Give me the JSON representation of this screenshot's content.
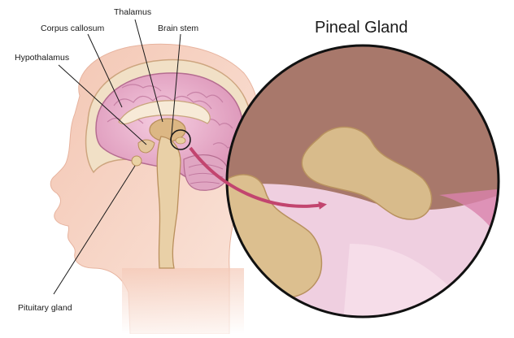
{
  "title": "Pineal Gland",
  "labels": {
    "corpus_callosum": "Corpus callosum",
    "thalamus": "Thalamus",
    "brain_stem": "Brain stem",
    "hypothalamus": "Hypothalamus",
    "pituitary_gland": "Pituitary gland"
  },
  "colors": {
    "skin": "#f2c9b4",
    "brain": "#e6a9c6",
    "gland": "#d9b98c",
    "magnified_bg": "#a8786b",
    "arrow": "#c2456f",
    "leader_lines": "#1a1a1a"
  }
}
